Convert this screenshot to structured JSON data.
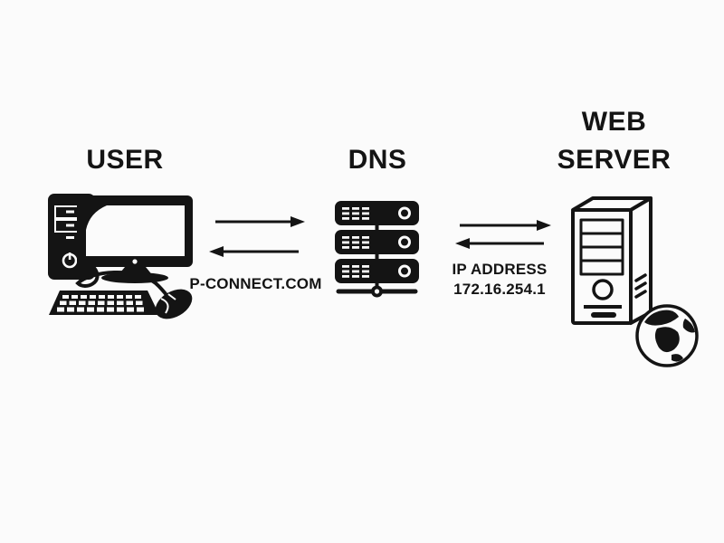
{
  "colors": {
    "background": "#fbfbfb",
    "ink": "#141414"
  },
  "diagram": {
    "type": "network-flow",
    "nodes": [
      {
        "id": "user",
        "label": "USER",
        "icon": "desktop-computer-icon"
      },
      {
        "id": "dns",
        "label": "DNS",
        "icon": "server-rack-icon"
      },
      {
        "id": "web_server",
        "label": "WEB SERVER",
        "icon": "server-tower-icon",
        "badge_icon": "globe-icon"
      }
    ],
    "edges": [
      {
        "from": "user",
        "to": "dns",
        "direction": "bidirectional",
        "arrows": [
          "arrow-right-icon",
          "arrow-left-icon"
        ],
        "label": "P-CONNECT.COM"
      },
      {
        "from": "dns",
        "to": "web_server",
        "direction": "bidirectional",
        "arrows": [
          "arrow-right-icon",
          "arrow-left-icon"
        ],
        "label": "IP ADDRESS 172.16.254.1",
        "label_lines": [
          "IP ADDRESS",
          "172.16.254.1"
        ]
      }
    ]
  }
}
